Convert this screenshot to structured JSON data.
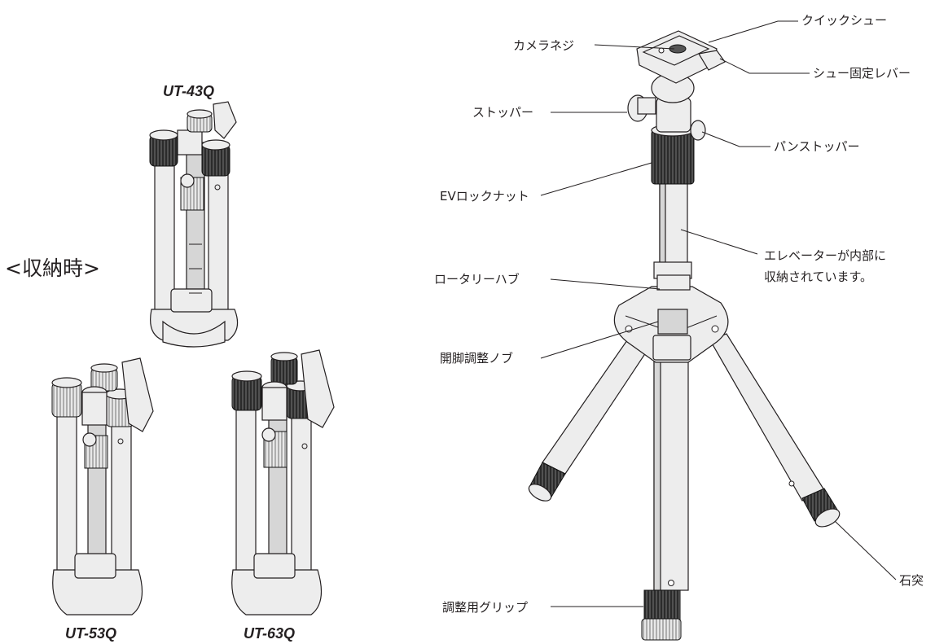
{
  "stored_view": {
    "heading": "<収納時>",
    "models": {
      "top": "UT-43Q",
      "bottom_left": "UT-53Q",
      "bottom_right": "UT-63Q"
    }
  },
  "tripod_labels": {
    "quick_shoe": "クイックシュー",
    "camera_screw": "カメラネジ",
    "shoe_lock_lever": "シュー固定レバー",
    "stopper": "ストッパー",
    "pan_stopper": "パンストッパー",
    "ev_lock_nut": "EVロックナット",
    "elevator_line1": "エレベーターが内部に",
    "elevator_line2": "収納されています。",
    "rotary_hub": "ロータリーハブ",
    "leg_angle_knob": "開脚調整ノブ",
    "stone_spike": "石突",
    "adjust_grip": "調整用グリップ"
  },
  "colors": {
    "line": "#231f20",
    "metal": "#ededed",
    "rubber": "#2b2b2b"
  }
}
